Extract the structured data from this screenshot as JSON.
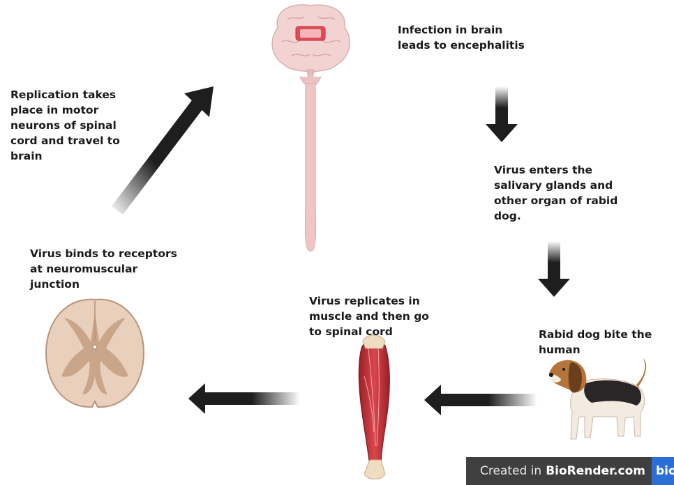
{
  "steps": {
    "infection_brain": "Infection in brain\nleads to encephalitis",
    "salivary": "Virus enters the\nsalivary glands and\nother organ of rabid\ndog.",
    "dog_bite": "Rabid dog bite the\nhuman",
    "muscle": "Virus replicates in\nmuscle and then go\nto spinal cord",
    "receptors": "Virus binds to receptors\nat neuromuscular\njunction",
    "replication": "Replication takes\nplace in motor\nneurons of spinal\ncord and travel to\nbrain"
  },
  "credit": {
    "prefix": "Created in",
    "brand": "BioRender.com",
    "logo": "bio"
  },
  "colors": {
    "arrow": "#1e1e1e",
    "brain": "#f2d3d2",
    "spinal_cord": "#efc5c5",
    "cross_section_outer": "#e8d0bd",
    "cross_section_inner": "#c9a68a",
    "muscle": "#c8323a",
    "dog_tan": "#b5743a",
    "dog_black": "#2a2526",
    "credit_bg": "#3f3f3f"
  },
  "icons": [
    "brain-spinal-cord-icon",
    "spinal-cross-section-icon",
    "leg-muscle-icon",
    "beagle-dog-icon"
  ]
}
